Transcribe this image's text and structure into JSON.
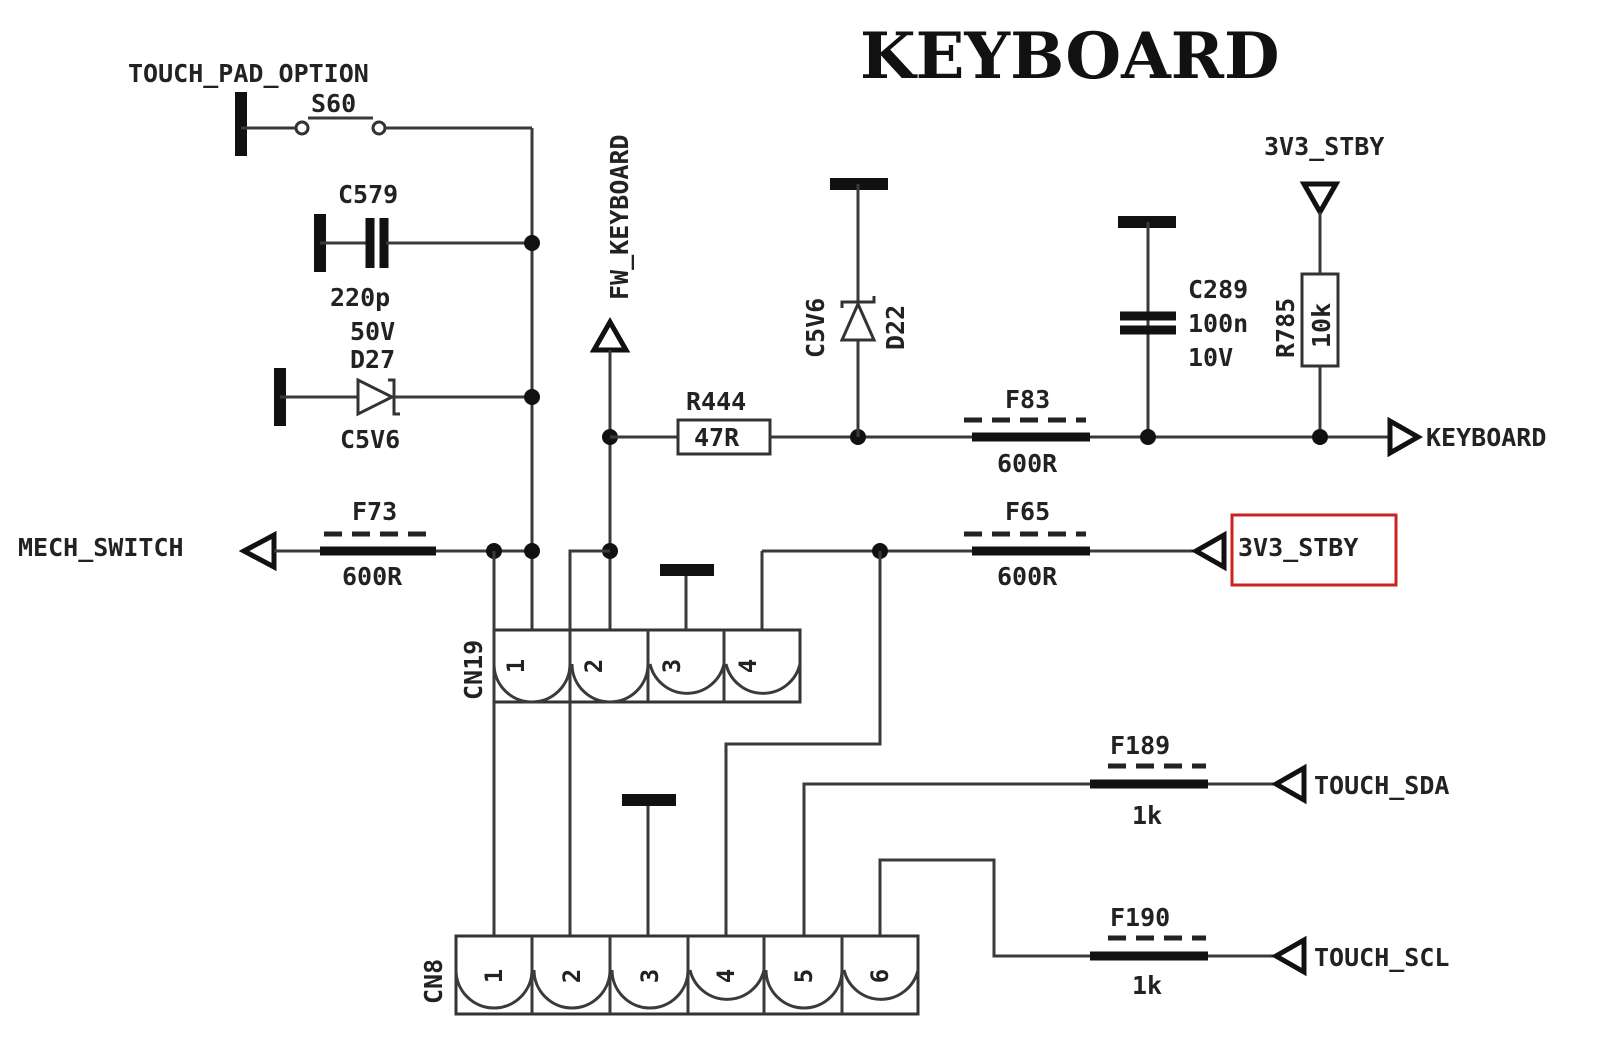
{
  "title": "KEYBOARD",
  "nets": {
    "touch_pad_option": "TOUCH_PAD_OPTION",
    "fw_keyboard": "FW_KEYBOARD",
    "stby_top": "3V3_STBY",
    "keyboard": "KEYBOARD",
    "mech_switch": "MECH_SWITCH",
    "stby_mid": "3V3_STBY",
    "touch_sda": "TOUCH_SDA",
    "touch_scl": "TOUCH_SCL"
  },
  "components": {
    "s60": {
      "ref": "S60"
    },
    "c579": {
      "ref": "C579",
      "value": "220p",
      "rating": "50V"
    },
    "d27": {
      "ref": "D27",
      "value": "C5V6"
    },
    "r444": {
      "ref": "R444",
      "value": "47R"
    },
    "d22": {
      "ref": "D22",
      "value": "C5V6"
    },
    "c289": {
      "ref": "C289",
      "value": "100n",
      "rating": "10V"
    },
    "r785": {
      "ref": "R785",
      "value": "10k"
    },
    "f83": {
      "ref": "F83",
      "value": "600R"
    },
    "f73": {
      "ref": "F73",
      "value": "600R"
    },
    "f65": {
      "ref": "F65",
      "value": "600R"
    },
    "f189": {
      "ref": "F189",
      "value": "1k"
    },
    "f190": {
      "ref": "F190",
      "value": "1k"
    }
  },
  "connectors": {
    "cn19": {
      "ref": "CN19",
      "pins": [
        "1",
        "2",
        "3",
        "4"
      ]
    },
    "cn8": {
      "ref": "CN8",
      "pins": [
        "1",
        "2",
        "3",
        "4",
        "5",
        "6"
      ]
    }
  },
  "highlight": {
    "net": "3V3_STBY",
    "color": "#cc2222"
  }
}
